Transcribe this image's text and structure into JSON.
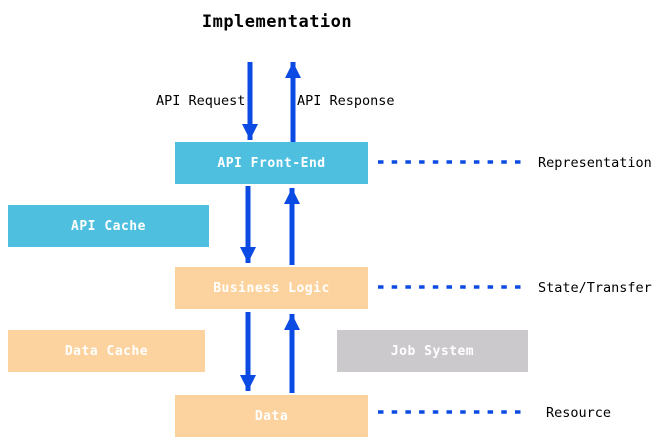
{
  "title": "Implementation",
  "colors": {
    "box_blue": "#4fbfe0",
    "box_orange": "#fcd39f",
    "box_gray": "#ccc9cd",
    "box_text": "#ffffff",
    "arrow_blue": "#0b4be4",
    "label_text": "#000000"
  },
  "flow_labels": {
    "request": "API Request",
    "response": "API Response"
  },
  "boxes": [
    {
      "id": "api-front-end",
      "label": "API Front-End",
      "color": "blue"
    },
    {
      "id": "api-cache",
      "label": "API Cache",
      "color": "blue"
    },
    {
      "id": "business-logic",
      "label": "Business Logic",
      "color": "orange"
    },
    {
      "id": "data-cache",
      "label": "Data Cache",
      "color": "orange"
    },
    {
      "id": "job-system",
      "label": "Job System",
      "color": "gray"
    },
    {
      "id": "data",
      "label": "Data",
      "color": "orange"
    }
  ],
  "layer_labels": [
    {
      "id": "representation",
      "label": "Representation"
    },
    {
      "id": "state-transfer",
      "label": "State/Transfer"
    },
    {
      "id": "resource",
      "label": "Resource"
    }
  ]
}
